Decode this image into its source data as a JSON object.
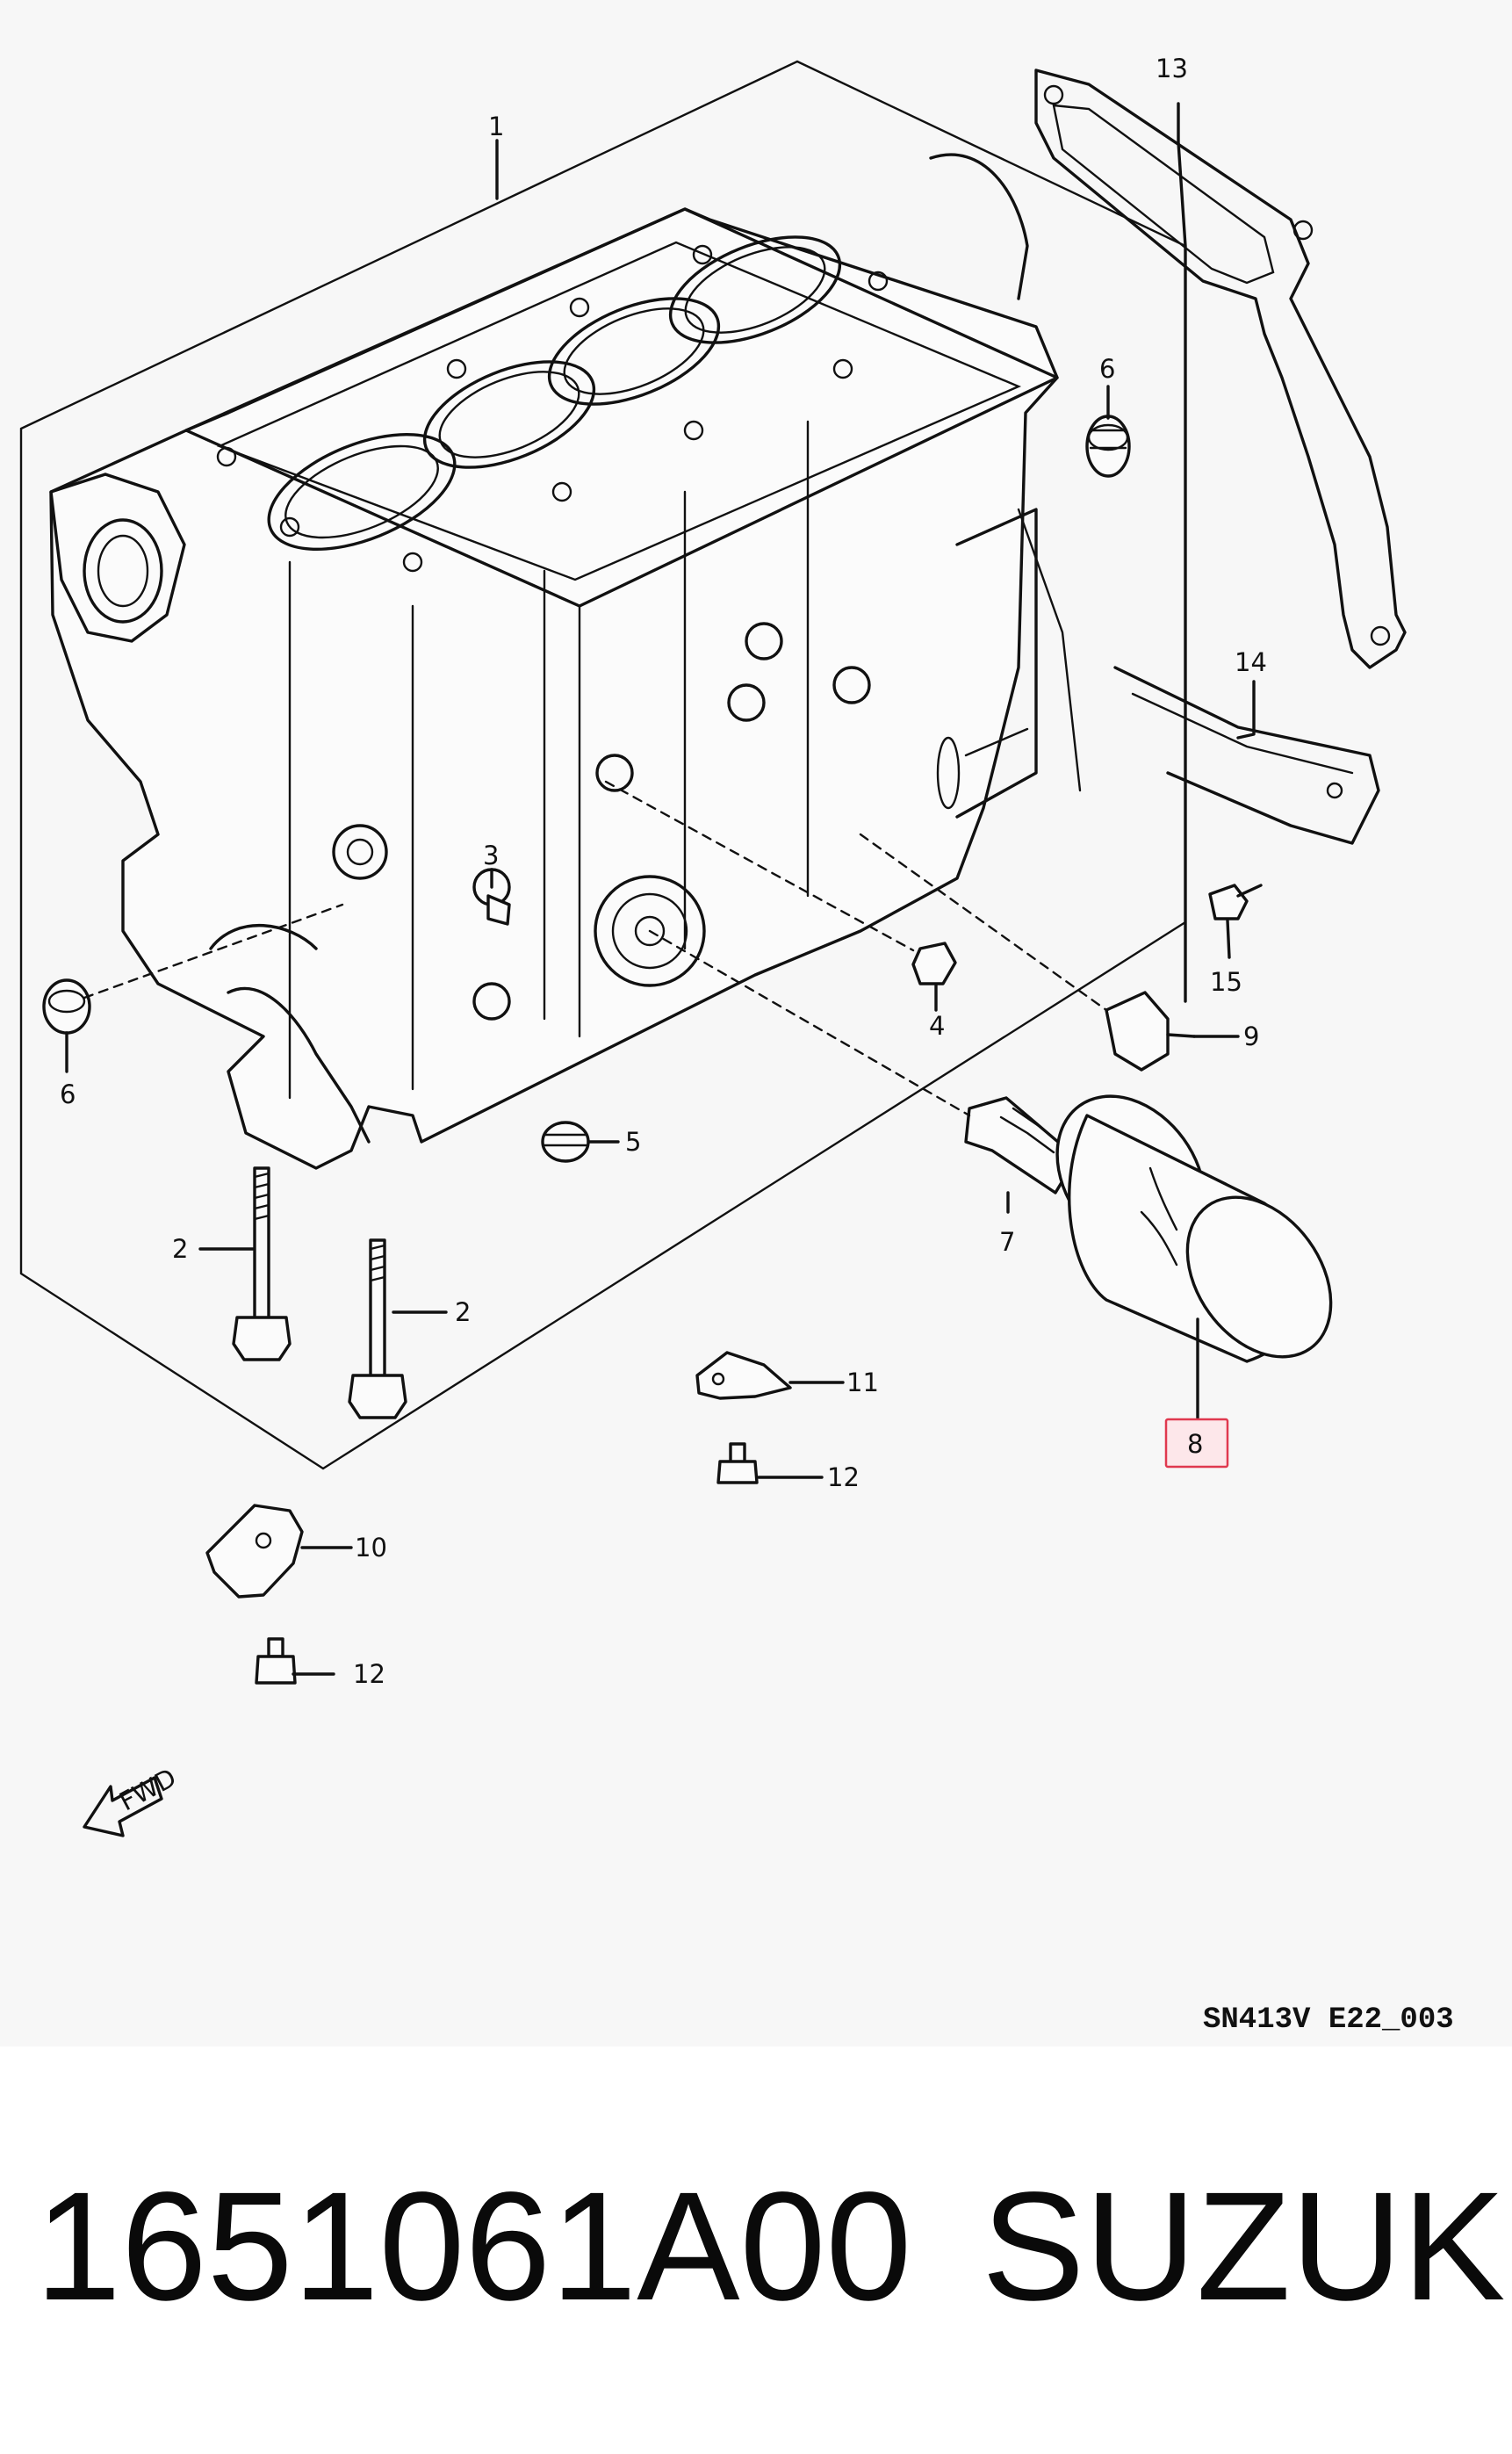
{
  "diagram": {
    "code": "SN413V E22_003",
    "fwd_label": "FWD",
    "highlight_color": "#e0394f",
    "callouts": [
      "1",
      "2",
      "2",
      "3",
      "4",
      "5",
      "6",
      "6",
      "7",
      "8",
      "9",
      "10",
      "11",
      "12",
      "12",
      "13",
      "14",
      "15"
    ]
  },
  "footer": {
    "part_number": "1651061A00",
    "brand": "SUZUKI"
  }
}
